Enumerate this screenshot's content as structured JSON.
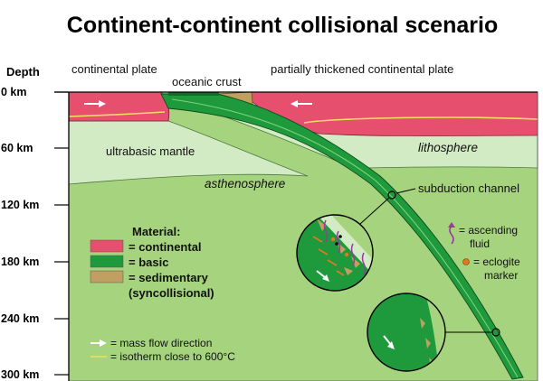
{
  "title": "Continent-continent collisional scenario",
  "depth_axis": {
    "header": "Depth",
    "ticks": [
      "0 km",
      "60 km",
      "120 km",
      "180 km",
      "240 km",
      "300 km"
    ]
  },
  "top_labels": {
    "left_plate": "continental plate",
    "oceanic": "oceanic crust",
    "right_plate": "partially thickened continental plate"
  },
  "regions": {
    "mantle": "ultrabasic mantle",
    "lithosphere": "lithosphere",
    "asthenosphere": "asthenosphere",
    "channel": "subduction channel"
  },
  "legend": {
    "heading": "Material:",
    "items": [
      {
        "label": "= continental",
        "color": "#e6506e"
      },
      {
        "label": "= basic",
        "color": "#1e9a3c"
      },
      {
        "label": "= sedimentary",
        "color": "#c0a060"
      }
    ],
    "sed_sub": "(syncollisional)",
    "flow": "= mass flow direction",
    "isotherm": "= isotherm close to 600°C"
  },
  "side_notes": {
    "fluid_1": "= ascending",
    "fluid_2": "fluid",
    "marker_1": "= eclogite",
    "marker_2": "marker"
  },
  "colors": {
    "continental": "#e6506e",
    "basic": "#1e9a3c",
    "sedimentary": "#c0a060",
    "lithosphere": "#d3ebc4",
    "asthenosphere": "#a6d47e",
    "isotherm": "#f0e060",
    "fluid": "#9b3a9e",
    "marker": "#e07820"
  }
}
